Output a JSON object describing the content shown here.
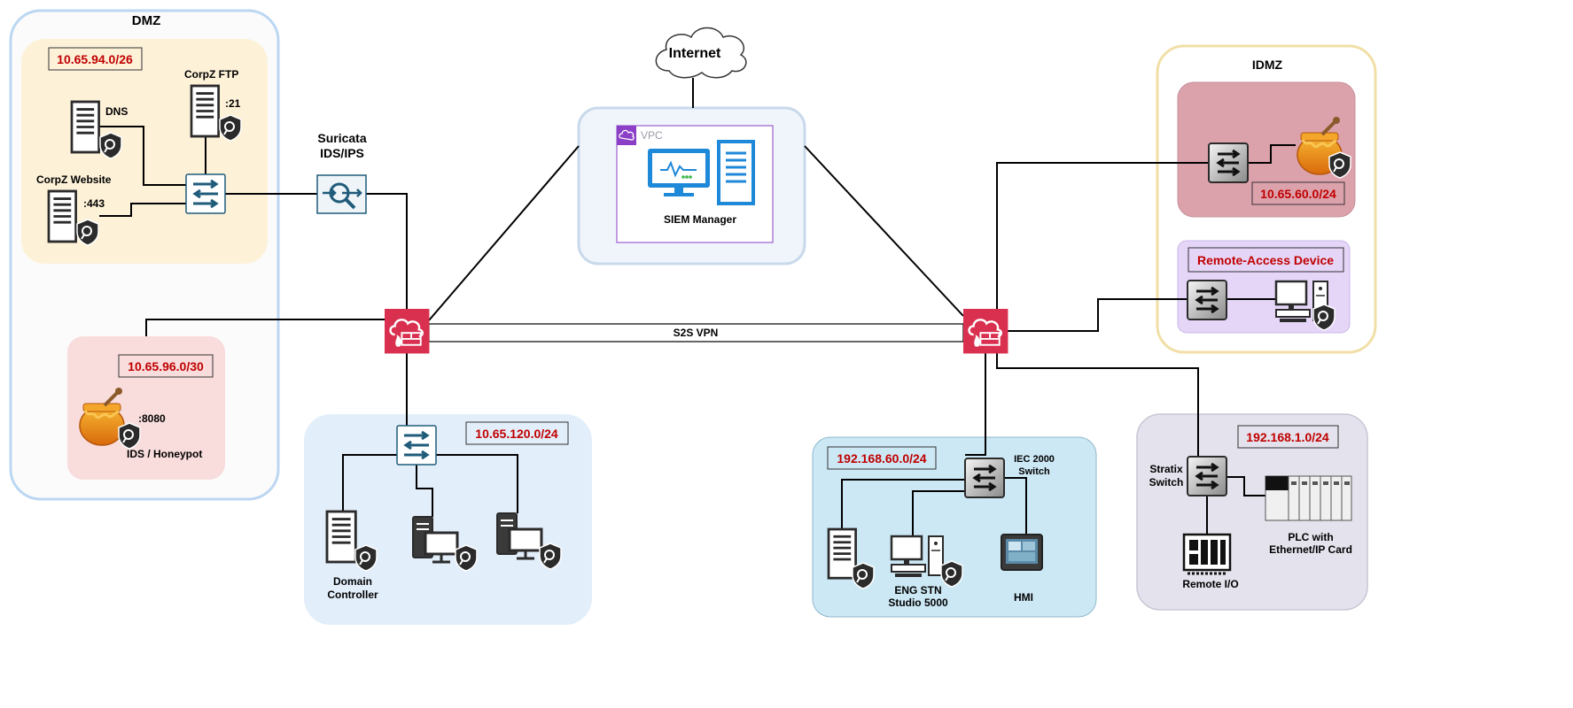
{
  "zones": {
    "dmz": {
      "title": "DMZ",
      "subnet": "10.65.94.0/26",
      "dns_label": "DNS",
      "ftp_label": "CorpZ FTP",
      "ftp_port": ":21",
      "website_label": "CorpZ Website",
      "website_port": ":443",
      "honeypot_subnet": "10.65.96.0/30",
      "honeypot_port": ":8080",
      "honeypot_label": "IDS / Honeypot"
    },
    "ids": {
      "label_line1": "Suricata",
      "label_line2": "IDS/IPS"
    },
    "internet": {
      "label": "Internet"
    },
    "vpc": {
      "tag": "VPC",
      "siem_label": "SIEM Manager"
    },
    "vpn": {
      "label": "S2S VPN"
    },
    "corp_lan": {
      "subnet": "10.65.120.0/24",
      "dc_line1": "Domain",
      "dc_line2": "Controller"
    },
    "idmz": {
      "title": "IDMZ",
      "subnet": "10.65.60.0/24",
      "remote_access_label": "Remote-Access Device"
    },
    "ot_lan": {
      "subnet": "192.168.60.0/24",
      "switch_line1": "IEC 2000",
      "switch_line2": "Switch",
      "eng_line1": "ENG STN",
      "eng_line2": "Studio 5000",
      "hmi_label": "HMI"
    },
    "cell": {
      "subnet": "192.168.1.0/24",
      "switch_line1": "Stratix",
      "switch_line2": "Switch",
      "plc_line1": "PLC with",
      "plc_line2": "Ethernet/IP Card",
      "rio_label": "Remote I/O"
    }
  },
  "colors": {
    "dmz_outer_border": "#bcd7f2",
    "dmz_inner": "#fdf1d8",
    "honeypot_zone": "#f9dcdc",
    "corp_lan": "#e3eefb",
    "vpc_panel": "#f0f5fb",
    "idmz_border": "#f1dfa7",
    "idmz_red": "#dca2ac",
    "remote_access": "#e5d6f8",
    "ot_lan": "#cce8f5",
    "cell": "#e4e2ec",
    "subnet_text": "#c00000",
    "firewall": "#d9304f",
    "switch_blue": "#1f5b7a"
  }
}
